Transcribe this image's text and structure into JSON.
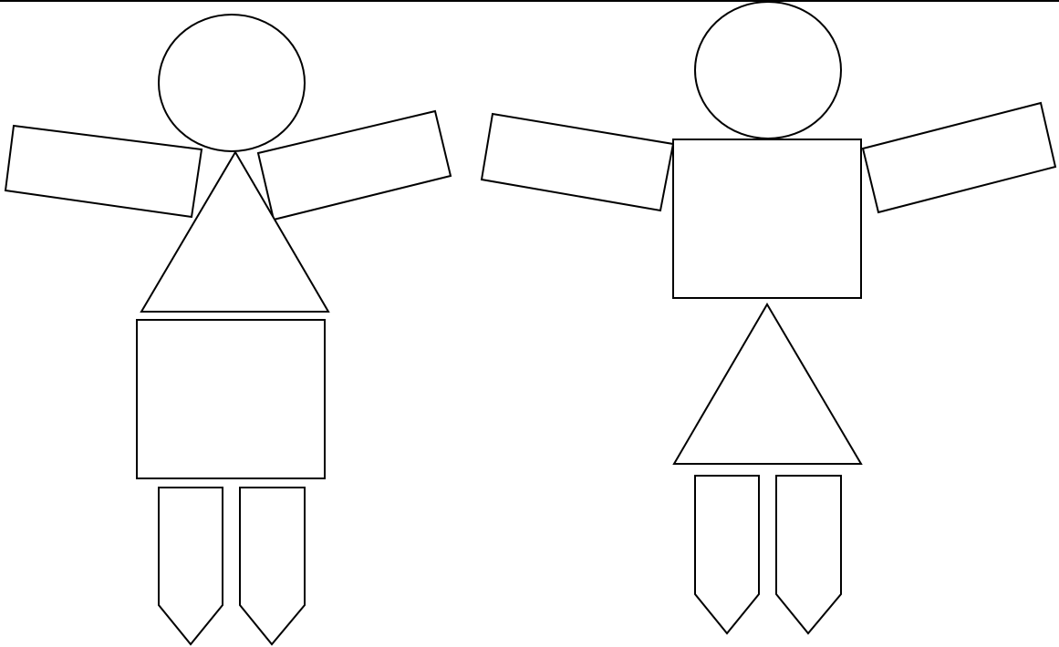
{
  "figures": [
    {
      "id": "figure-left",
      "parts": [
        "head",
        "left-arm",
        "right-arm",
        "triangle-torso",
        "square-body",
        "left-leg",
        "right-leg"
      ]
    },
    {
      "id": "figure-right",
      "parts": [
        "head",
        "left-arm",
        "right-arm",
        "square-torso",
        "triangle-body",
        "left-leg",
        "right-leg"
      ]
    }
  ],
  "colors": {
    "stroke": "#000000",
    "fill": "#ffffff",
    "background": "#ffffff"
  }
}
